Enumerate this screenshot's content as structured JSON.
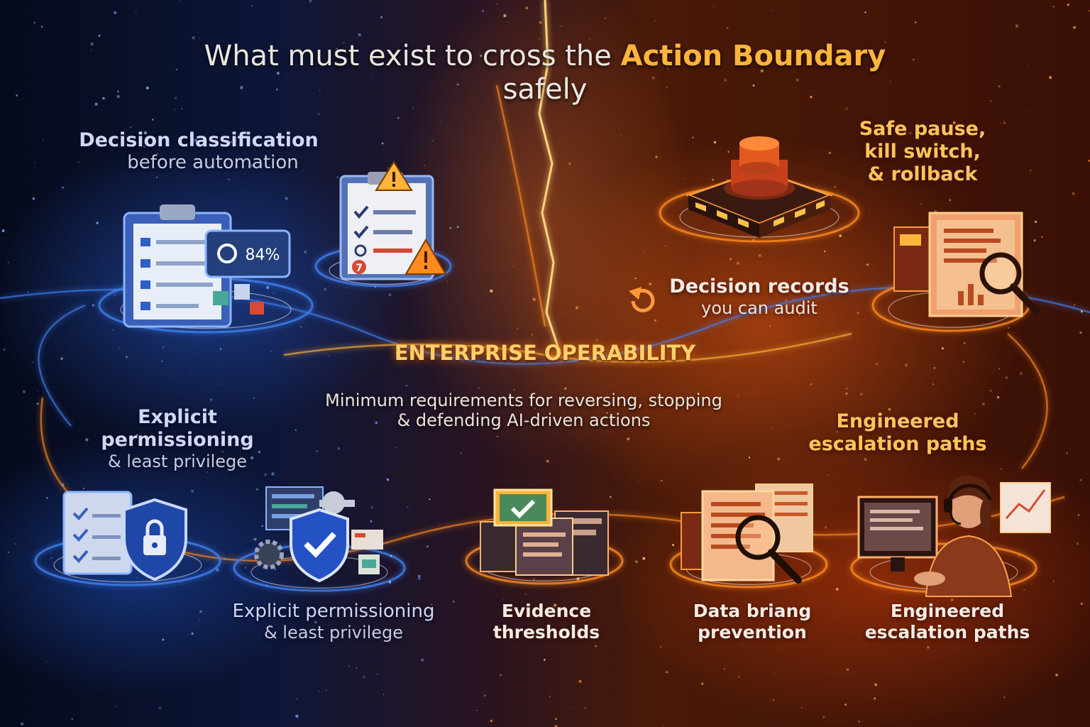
{
  "title": {
    "prefix": "What must exist to cross the ",
    "highlight": "Action Boundary",
    "suffix": "safely"
  },
  "center": {
    "heading": "ENTERPRISE OPERABILITY",
    "line1": "Minimum requirements for reversing, stopping",
    "line2": "& defending AI-driven actions"
  },
  "nodes": {
    "decision_classification": {
      "line1": "Decision classification",
      "line2": "before automation",
      "badge": "84%"
    },
    "safe_pause": {
      "line1": "Safe pause,",
      "line2": "kill switch,",
      "line3": "& rollback"
    },
    "decision_records": {
      "line1": "Decision records",
      "line2": "you can audit"
    },
    "permissioning_upper": {
      "line1": "Explicit",
      "line2": "permissioning",
      "line3": "& least privilege"
    },
    "escalation_upper": {
      "line1": "Engineered",
      "line2": "escalation paths"
    },
    "permissioning_lower": {
      "line1": "Explicit permissioning",
      "line2": "& least privilege"
    },
    "evidence": {
      "line1": "Evidence",
      "line2": "thresholds"
    },
    "data_prevention": {
      "line1": "Data briang",
      "line2": "prevention"
    },
    "escalation_lower": {
      "line1": "Engineered",
      "line2": "escalation paths"
    }
  },
  "checklist_badge": "7",
  "colors": {
    "blue": "#3f7ff0",
    "orange": "#ff8a1e",
    "gold": "#ffb43a"
  }
}
